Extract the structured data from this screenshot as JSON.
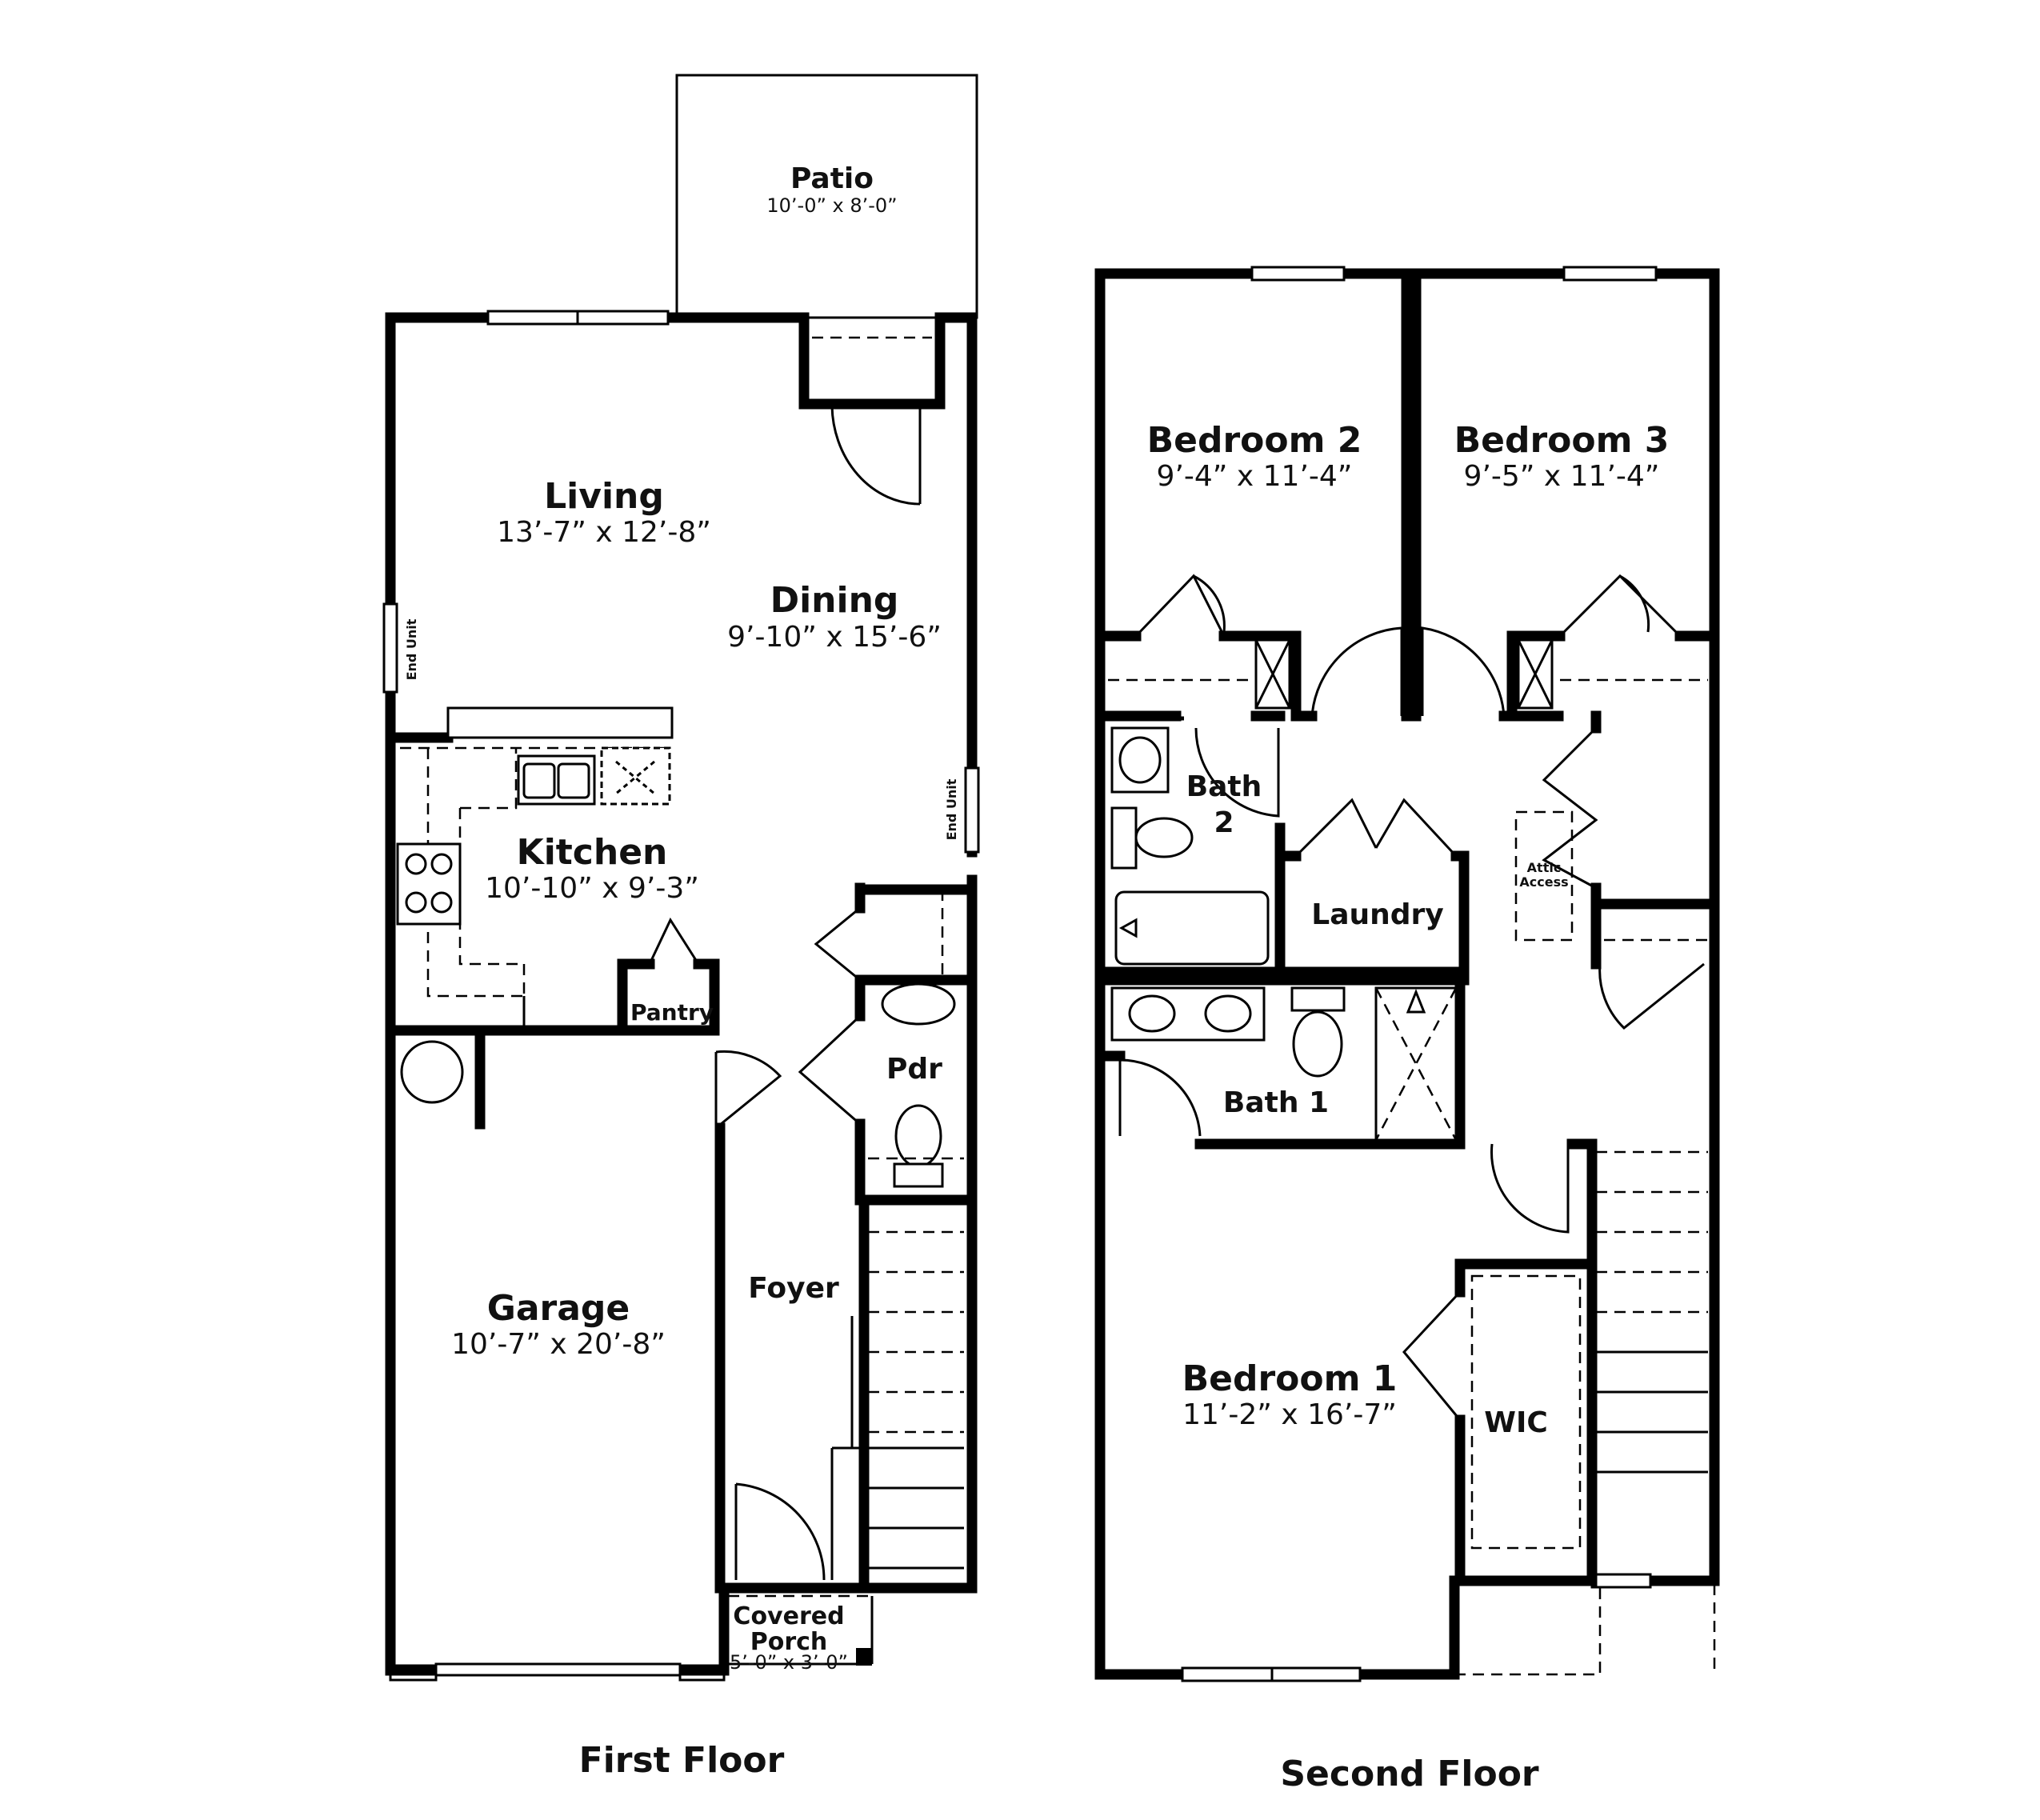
{
  "floors": {
    "first": {
      "title": "First Floor",
      "rooms": {
        "patio": {
          "name": "Patio",
          "dims": "10’-0” x 8’-0”"
        },
        "living": {
          "name": "Living",
          "dims": "13’-7” x 12’-8”"
        },
        "dining": {
          "name": "Dining",
          "dims": "9’-10” x 15’-6”"
        },
        "kitchen": {
          "name": "Kitchen",
          "dims": "10’-10” x 9’-3”"
        },
        "pantry": {
          "name": "Pantry"
        },
        "pdr": {
          "name": "Pdr"
        },
        "garage": {
          "name": "Garage",
          "dims": "10’-7” x 20’-8”"
        },
        "foyer": {
          "name": "Foyer"
        },
        "porch": {
          "name_line1": "Covered",
          "name_line2": "Porch",
          "dims": "5’-0” x 3’-0”"
        }
      },
      "notes": {
        "end_unit_left": "End Unit",
        "end_unit_right": "End Unit"
      }
    },
    "second": {
      "title": "Second Floor",
      "rooms": {
        "bedroom2": {
          "name": "Bedroom 2",
          "dims": "9’-4” x 11’-4”"
        },
        "bedroom3": {
          "name": "Bedroom 3",
          "dims": "9’-5” x 11’-4”"
        },
        "bath2": {
          "name_line1": "Bath",
          "name_line2": "2"
        },
        "laundry": {
          "name": "Laundry"
        },
        "attic": {
          "line1": "Attic",
          "line2": "Access"
        },
        "bath1": {
          "name": "Bath 1"
        },
        "bedroom1": {
          "name": "Bedroom 1",
          "dims": "11’-2” x 16’-7”"
        },
        "wic": {
          "name": "WIC"
        }
      }
    }
  }
}
